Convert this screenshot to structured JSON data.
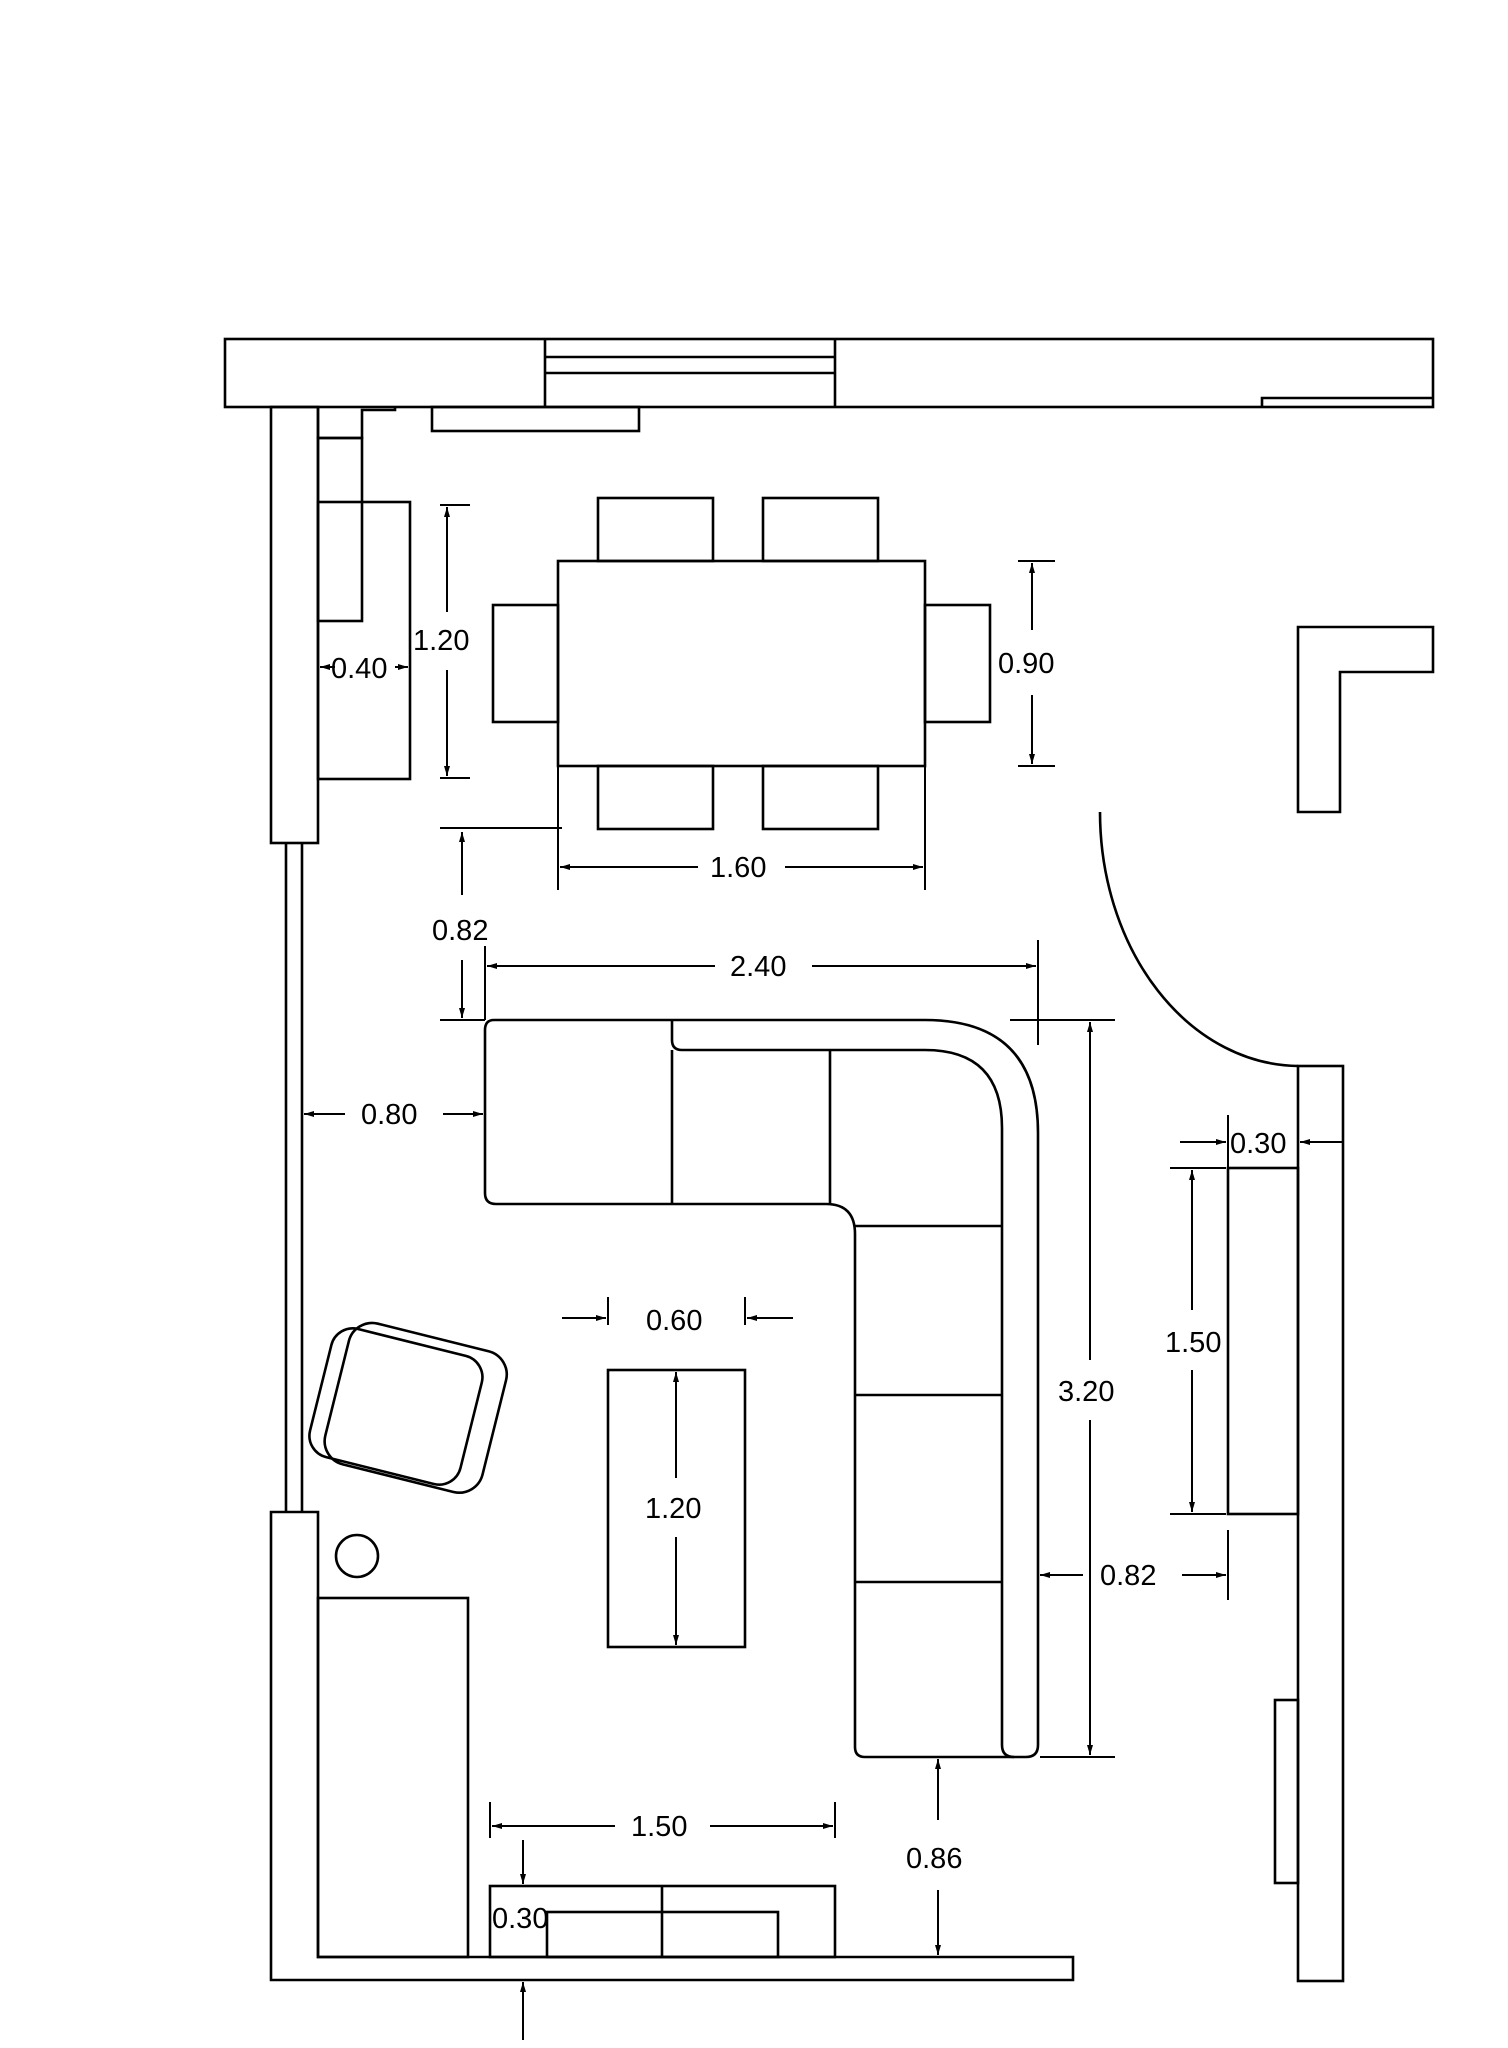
{
  "dimensions": {
    "table_length": "1.60",
    "table_width": "0.90",
    "shelf_height": "1.20",
    "shelf_depth": "0.40",
    "table_to_sofa": "0.82",
    "sofa_width": "2.40",
    "wall_to_sofa": "0.80",
    "coffee_table_width": "0.60",
    "coffee_table_length": "1.20",
    "sofa_length": "3.20",
    "right_wall_gap": "0.30",
    "right_cabinet_length": "1.50",
    "sofa_to_cabinet": "0.82",
    "tv_unit_width": "1.50",
    "sofa_to_bottom_wall": "0.86",
    "tv_unit_depth": "0.30"
  }
}
